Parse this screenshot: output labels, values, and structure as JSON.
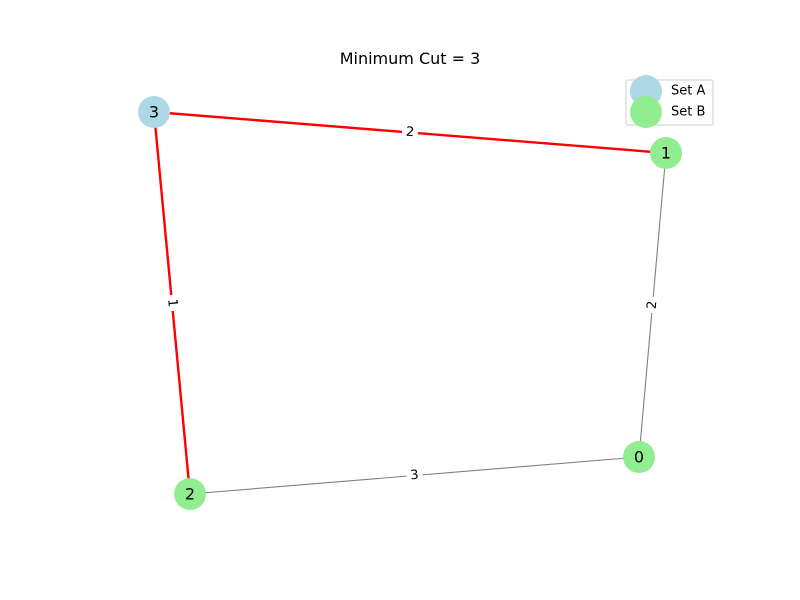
{
  "title": "Minimum Cut = 3",
  "colors": {
    "set_a": "#add8e6",
    "set_b": "#90ee90",
    "cut_edge": "#ff0000",
    "normal_edge": "#808080",
    "legend_border": "#cccccc"
  },
  "legend": {
    "items": [
      {
        "label": "Set A",
        "set": "A"
      },
      {
        "label": "Set B",
        "set": "B"
      }
    ]
  },
  "nodes": [
    {
      "id": "0",
      "label": "0",
      "set": "B"
    },
    {
      "id": "1",
      "label": "1",
      "set": "B"
    },
    {
      "id": "2",
      "label": "2",
      "set": "B"
    },
    {
      "id": "3",
      "label": "3",
      "set": "A"
    }
  ],
  "edges": [
    {
      "source": "3",
      "target": "1",
      "weight": "2",
      "cut": true
    },
    {
      "source": "3",
      "target": "2",
      "weight": "1",
      "cut": true
    },
    {
      "source": "1",
      "target": "0",
      "weight": "2",
      "cut": false
    },
    {
      "source": "2",
      "target": "0",
      "weight": "3",
      "cut": false
    }
  ]
}
